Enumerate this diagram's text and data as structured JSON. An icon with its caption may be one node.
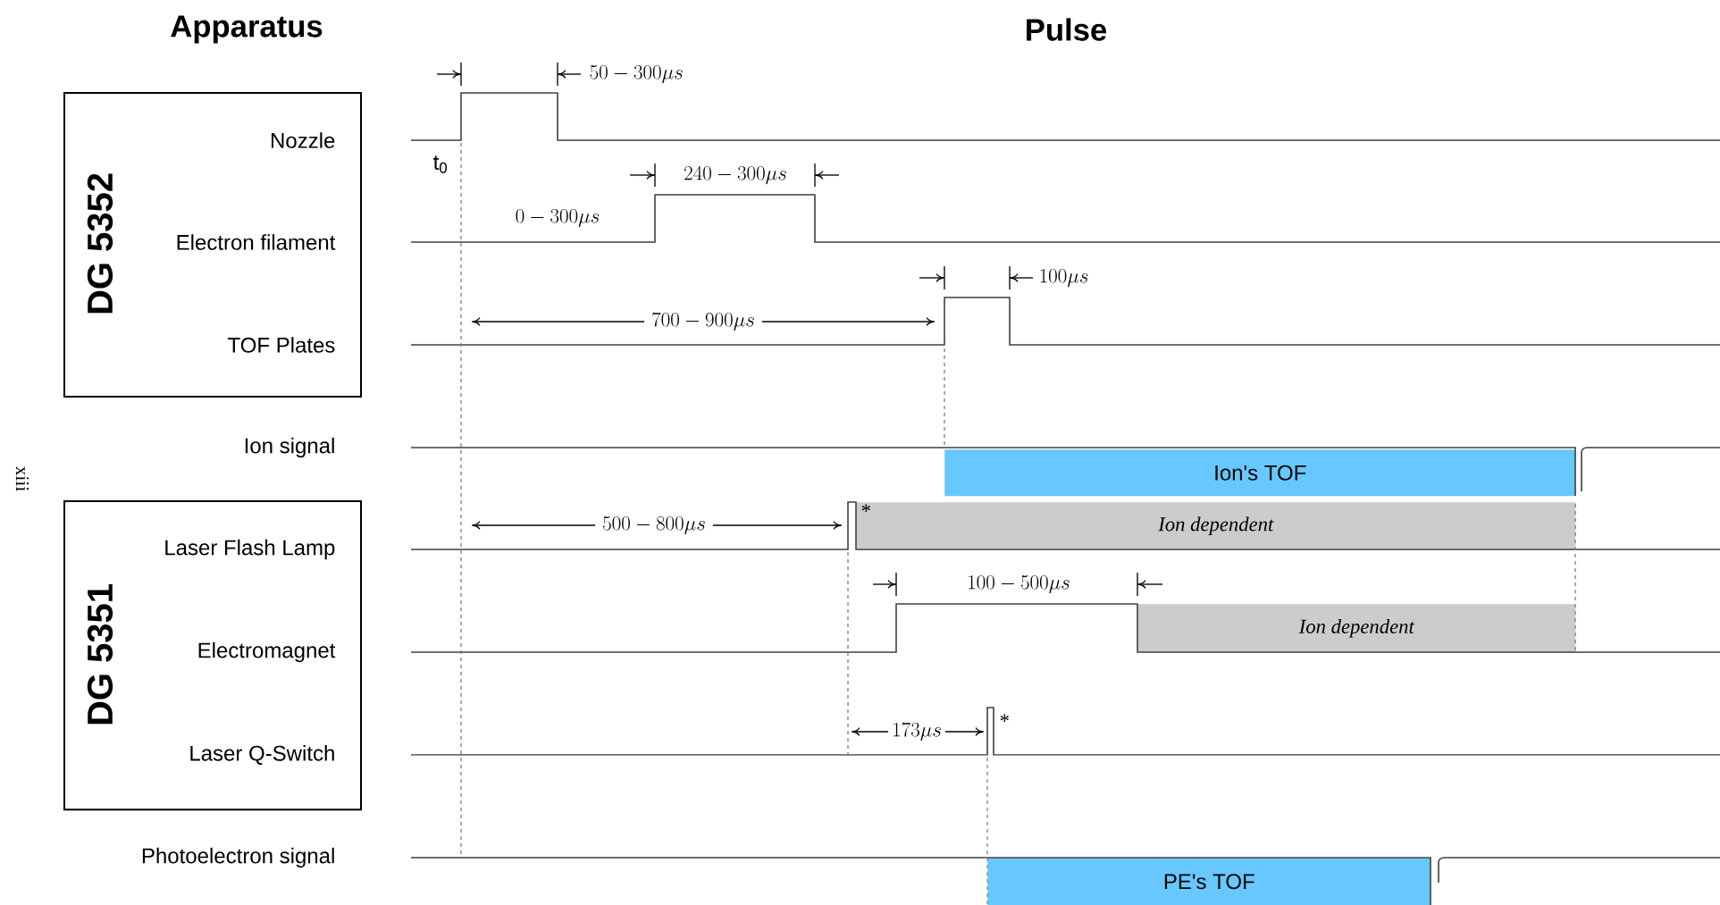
{
  "diagram": {
    "nodes": [
      {
        "text": [
          "DG 5352",
          "Nozzle",
          "Electron filament",
          "TOF Plates"
        ]
      },
      {
        "text": [
          "DG 5351",
          "Laser Flash Lamp",
          "Electromagnet",
          "Laser Q-Switch"
        ]
      },
      {
        "text": [
          "Ion's TOF"
        ]
      },
      {
        "text": [
          "Ion dependent"
        ]
      },
      {
        "text": [
          "Ion dependent"
        ]
      },
      {
        "text": [
          "PE's TOF"
        ]
      }
    ],
    "labels": [
      "Apparatus",
      "Pulse",
      "50 - 300\\mu s",
      "t$_{0}$",
      "240 - 300\\mu s",
      "0 - 300\\mu s",
      "100\\mu s",
      "700 - 900\\mu s",
      "Ion signal",
      "xiii",
      "500 - 800\\mu s",
      "*",
      "100 - 500\\mu s",
      "173\\mu s",
      "*",
      "Photoelectron signal"
    ]
  }
}
